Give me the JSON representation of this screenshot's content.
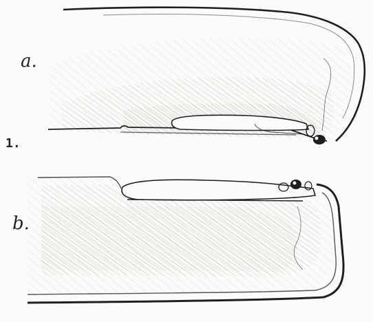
{
  "figure": {
    "number_label": "1.",
    "panel_a_label": "a.",
    "panel_b_label": "b."
  },
  "colors": {
    "ink": "#1e1e1e",
    "paper": "#fbfbf9",
    "hatch": "#8a8a86"
  }
}
